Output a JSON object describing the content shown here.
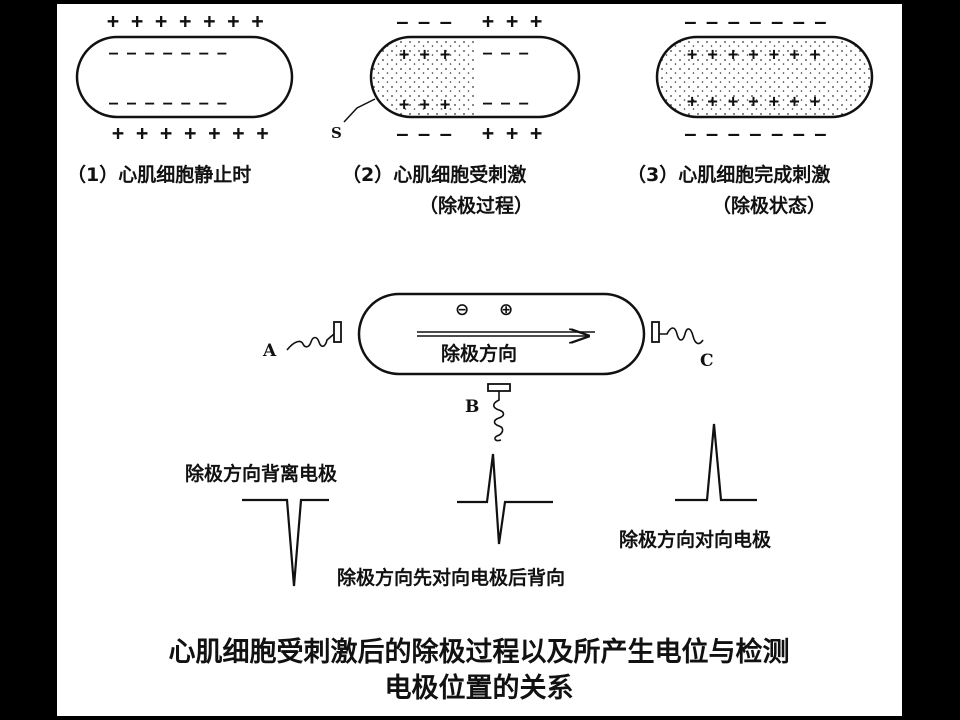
{
  "cells": [
    {
      "caption_line1": "（1）心肌细胞静止时",
      "caption_line2": "",
      "top_signs": "+ + + + + + +",
      "inner_top_signs": "— — — — — — —",
      "inner_bottom_signs": "— — — — — — —",
      "bottom_signs": "+ + + + + + +"
    },
    {
      "caption_line1": "（2）心肌细胞受刺激",
      "caption_line2": "（除极过程）",
      "top_signs_left": "— — —",
      "top_signs_right": "+ + +",
      "inner_top_left": "+ + +",
      "inner_top_right": "— — —",
      "inner_bottom_left": "+ + +",
      "inner_bottom_right": "— — —",
      "bottom_signs_left": "— — —",
      "bottom_signs_right": "+ + +",
      "stimulus_label": "S"
    },
    {
      "caption_line1": "（3）心肌细胞完成刺激",
      "caption_line2": "（除极状态）",
      "top_signs": "— — — — — — —",
      "inner_top_signs": "+ + + + + + +",
      "inner_bottom_signs": "+ + + + + + +",
      "bottom_signs": "— — — — — — —"
    }
  ],
  "center_cell": {
    "minus_symbol": "⊖",
    "plus_symbol": "⊕",
    "direction_label": "除极方向"
  },
  "electrodes": {
    "a_label": "A",
    "b_label": "B",
    "c_label": "C"
  },
  "waveforms": {
    "away_label": "除极方向背离电极",
    "biphasic_label": "除极方向先对向电极后背向",
    "toward_label": "除极方向对向电极"
  },
  "title": {
    "line1": "心肌细胞受刺激后的除极过程以及所产生电位与检测",
    "line2": "电极位置的关系"
  }
}
